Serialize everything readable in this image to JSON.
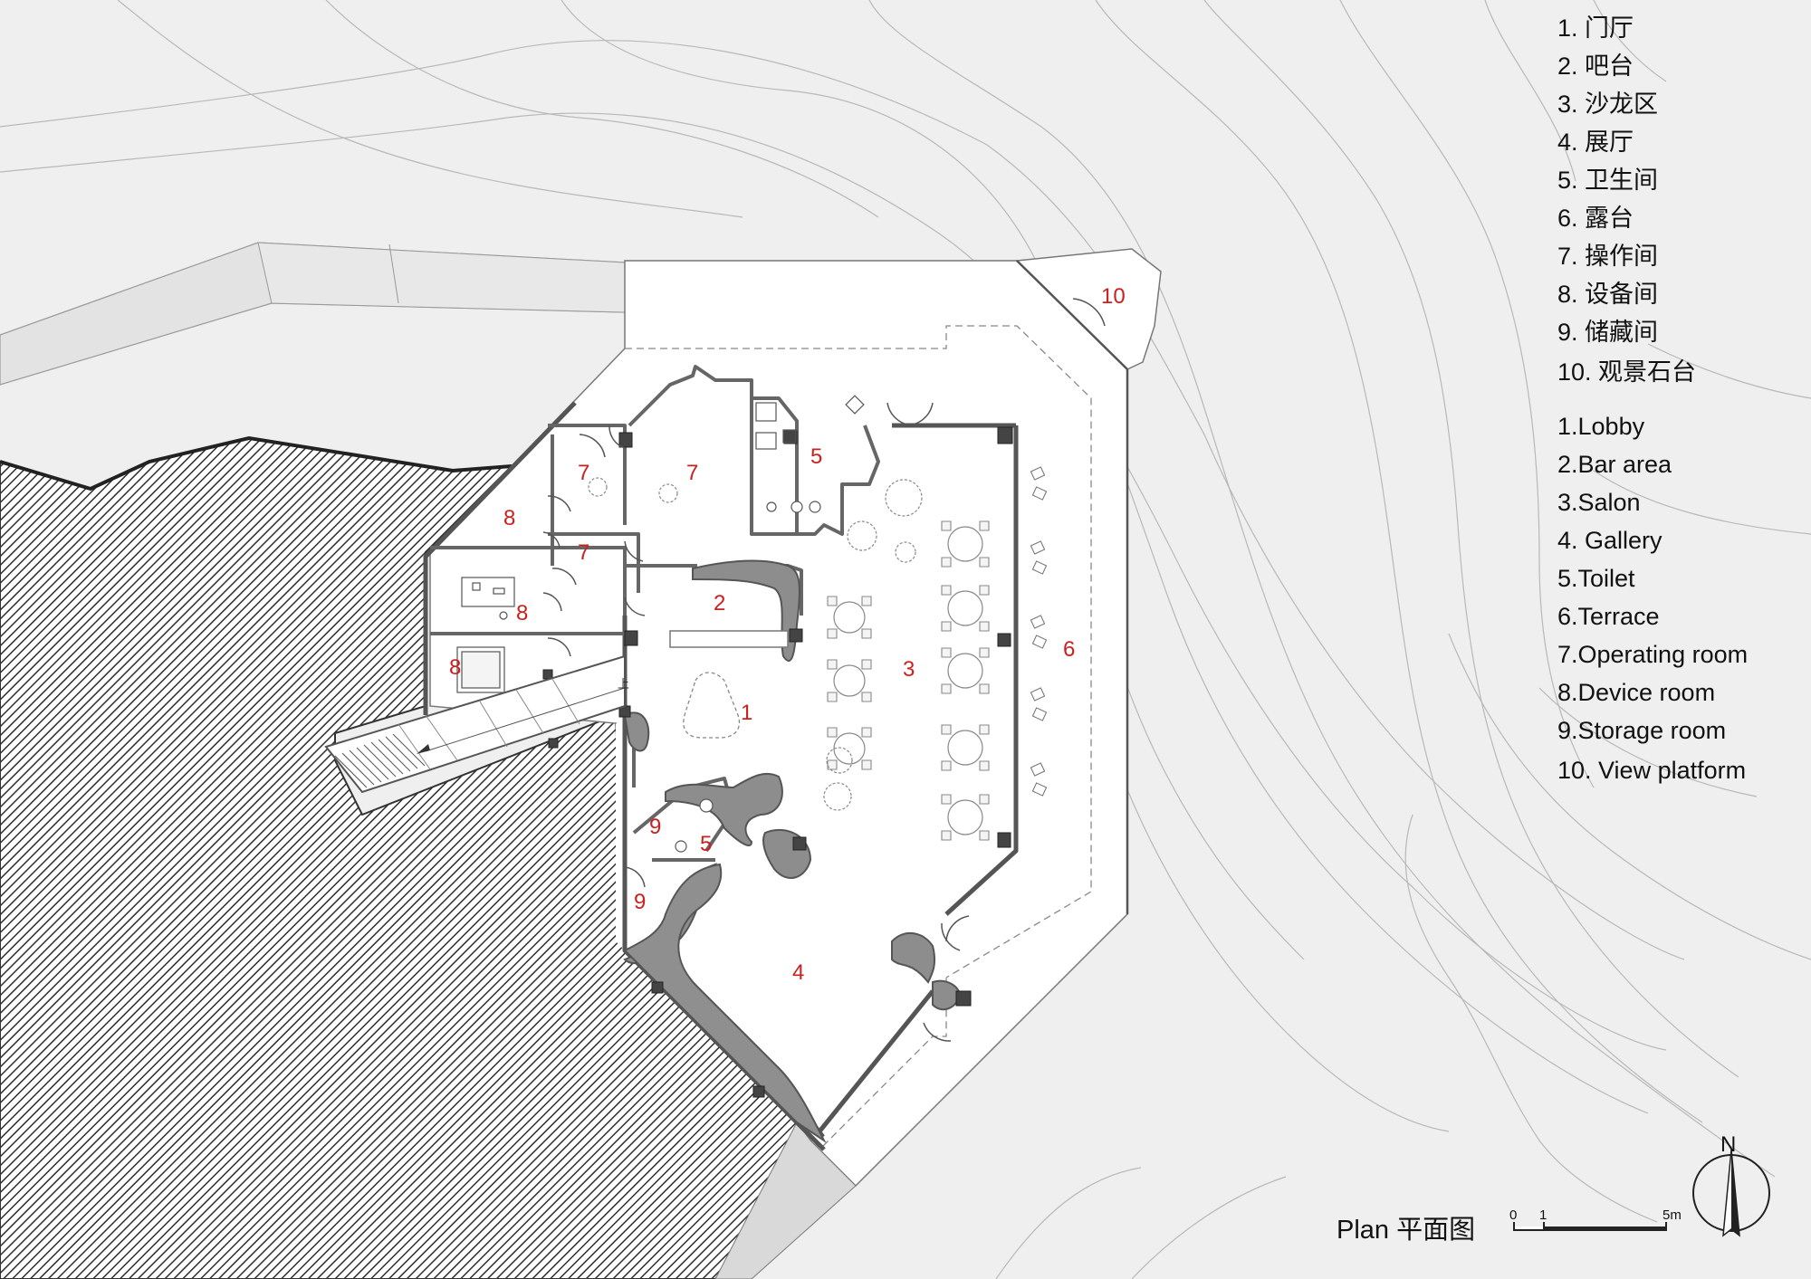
{
  "legend_cn": [
    "1. 门厅",
    "2. 吧台",
    "3. 沙龙区",
    "4. 展厅",
    "5. 卫生间",
    "6. 露台",
    "7. 操作间",
    "8. 设备间",
    "9. 储藏间",
    "10. 观景石台"
  ],
  "legend_en": [
    "1.Lobby",
    "2.Bar area",
    "3.Salon",
    "4. Gallery",
    "5.Toilet",
    "6.Terrace",
    "7.Operating room",
    "8.Device room",
    "9.Storage room",
    "10. View platform"
  ],
  "room_labels": [
    "1",
    "2",
    "3",
    "4",
    "5",
    "5",
    "6",
    "7",
    "7",
    "7",
    "8",
    "8",
    "8",
    "9",
    "9",
    "10"
  ],
  "title": "Plan  平面图",
  "scale_bar": {
    "zero": "0",
    "one": "1",
    "five": "5m"
  },
  "north_label": "N",
  "stair_label": "上",
  "colors": {
    "room_label": "#cc1f1f",
    "wall": "#555555",
    "background": "#efefef",
    "floor": "#ffffff",
    "hatch": "#333333"
  },
  "icons": [
    "north-arrow-icon",
    "toilet-icon",
    "equipment-icon"
  ]
}
